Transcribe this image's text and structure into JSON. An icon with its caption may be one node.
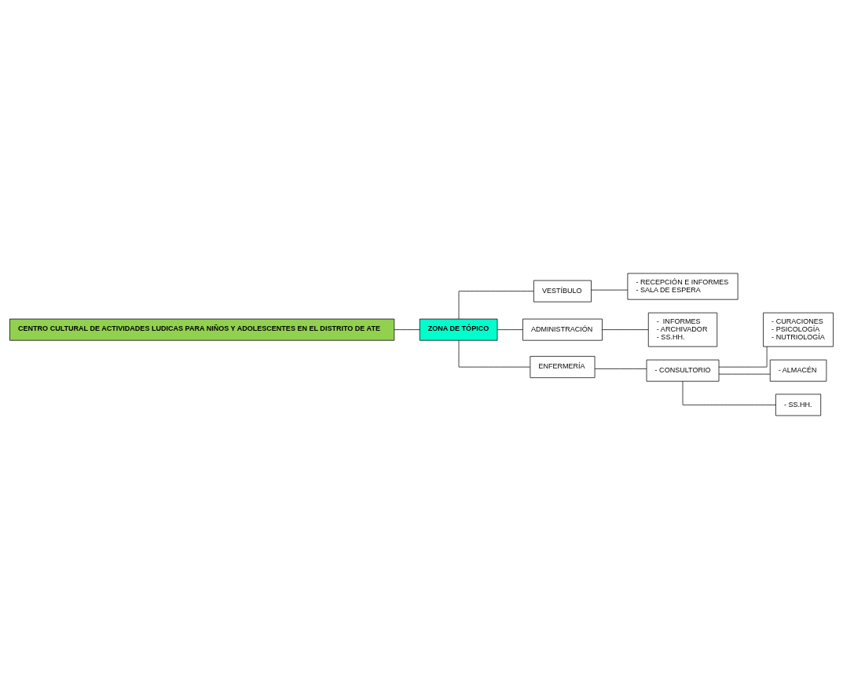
{
  "diagram": {
    "nodes": [
      {
        "text": [
          "CENTRO CULTURAL DE ACTIVIDADES LUDICAS PARA NIÑOS Y ADOLESCENTES EN EL DISTRITO DE ATE"
        ]
      },
      {
        "text": [
          "ZONA DE TÓPICO"
        ]
      },
      {
        "text": [
          "VESTÍBULO"
        ]
      },
      {
        "text": [
          "- RECEPCIÓN E INFORMES",
          "- SALA DE ESPERA"
        ]
      },
      {
        "text": [
          "ADMINISTRACIÓN"
        ]
      },
      {
        "text": [
          "-  INFORMES",
          "- ARCHIVADOR",
          "- SS.HH."
        ]
      },
      {
        "text": [
          "ENFERMERÍA"
        ]
      },
      {
        "text": [
          "- CONSULTORIO"
        ]
      },
      {
        "text": [
          "- CURACIONES",
          "- PSICOLOGÍA",
          "- NUTRIOLOGÍA"
        ]
      },
      {
        "text": [
          "- ALMACÉN"
        ]
      },
      {
        "text": [
          "- SS.HH."
        ]
      }
    ],
    "edges": [
      {
        "from": 0,
        "to": 1,
        "arrow": "none"
      },
      {
        "from": 1,
        "to": 2,
        "arrow": "none"
      },
      {
        "from": 1,
        "to": 4,
        "arrow": "none"
      },
      {
        "from": 1,
        "to": 6,
        "arrow": "none"
      },
      {
        "from": 2,
        "to": 3,
        "arrow": "none"
      },
      {
        "from": 4,
        "to": 5,
        "arrow": "none"
      },
      {
        "from": 6,
        "to": 7,
        "arrow": "none"
      },
      {
        "from": 7,
        "to": 8,
        "arrow": "none"
      },
      {
        "from": 7,
        "to": 9,
        "arrow": "none"
      },
      {
        "from": 7,
        "to": 10,
        "arrow": "none"
      }
    ]
  }
}
